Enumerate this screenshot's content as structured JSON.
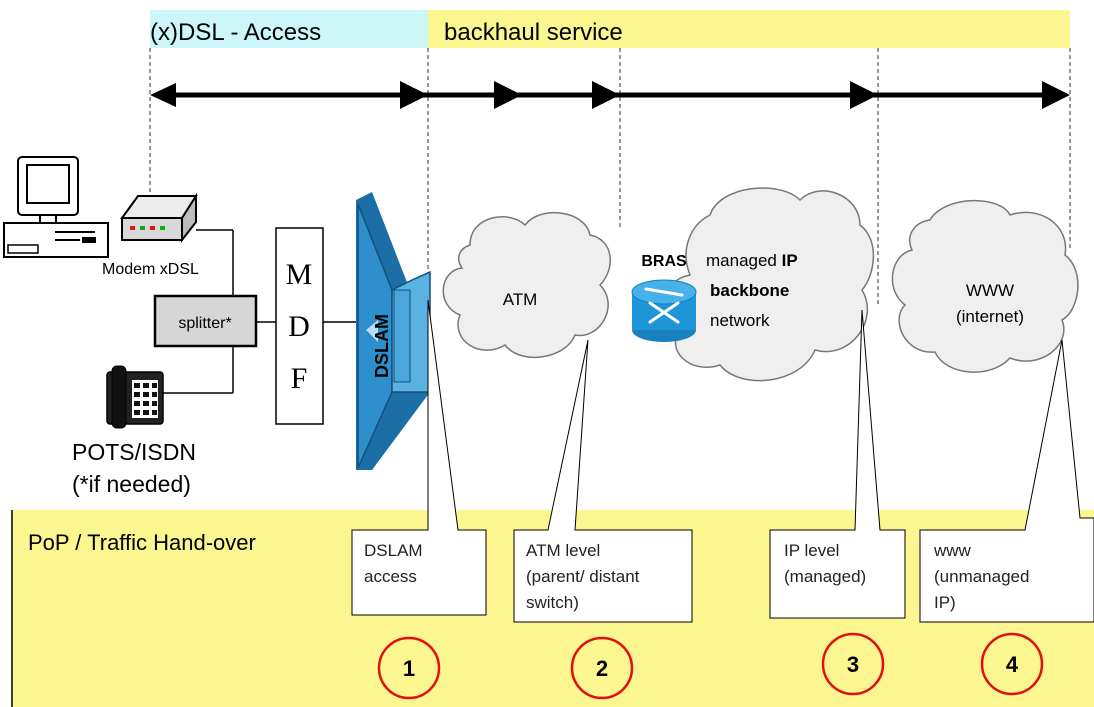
{
  "colors": {
    "access_band": "#ccf6f8",
    "backhaul_band": "#fbf690",
    "pop_area": "#fbf690",
    "cloud_fill": "#efefef",
    "dslam_blue": "#2f8fcc",
    "bras_blue": "#1d95d6",
    "circle_red": "#e01010"
  },
  "header": {
    "access_label": "(x)DSL - Access",
    "backhaul_label": "backhaul service"
  },
  "devices": {
    "modem_label": "Modem xDSL",
    "splitter_label": "splitter*",
    "mdf_letters": [
      "M",
      "D",
      "F"
    ],
    "dslam_label": "DSLAM",
    "phone_label": "POTS/ISDN",
    "phone_note": "(*if needed)"
  },
  "clouds": {
    "atm": "ATM",
    "bras": "BRAS",
    "managed_line1_prefix": "managed ",
    "managed_line1_bold": "IP",
    "managed_line2": "backbone",
    "managed_line3": "network",
    "www_line1": "WWW",
    "www_line2": "(internet)"
  },
  "pop": {
    "title": "PoP / Traffic Hand-over"
  },
  "handovers": [
    {
      "lines": [
        "DSLAM",
        "access"
      ],
      "number": "1"
    },
    {
      "lines": [
        "ATM level",
        "(parent/ distant",
        "switch)"
      ],
      "number": "2"
    },
    {
      "lines": [
        "IP level",
        "(managed)"
      ],
      "number": "3"
    },
    {
      "lines": [
        "www",
        "(unmanaged",
        "IP)"
      ],
      "number": "4"
    }
  ]
}
